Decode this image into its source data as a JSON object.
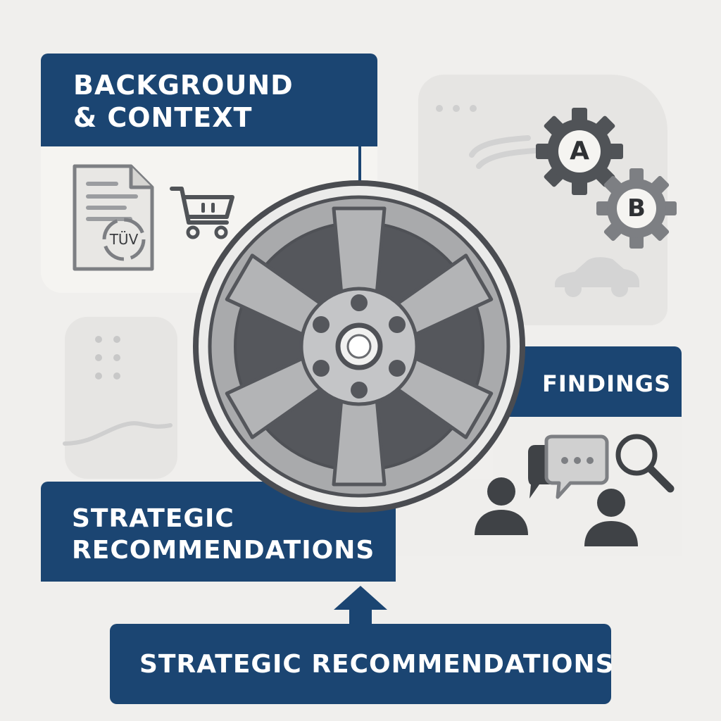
{
  "colors": {
    "navy": "#1b4572",
    "page_background": "#f0efed",
    "panel": "#f5f4f1",
    "icon_dark": "#505357",
    "icon_mid": "#7d7f83",
    "wheel_spoke": "#a6a7a9",
    "wheel_rim_dark": "#4f5156"
  },
  "sections": {
    "background": {
      "title": "BACKGROUND & CONTEXT",
      "icons": [
        "document-icon",
        "cert-seal-icon",
        "shopping-cart-icon"
      ],
      "seal_text": "TÜV"
    },
    "analysis": {
      "icons": [
        "gear-icon",
        "gear-icon",
        "car-icon",
        "chat-bubble-icon"
      ],
      "gear_a_label": "A",
      "gear_b_label": "B"
    },
    "findings": {
      "title": "FINDINGS",
      "icons": [
        "person-icon",
        "person-icon",
        "speech-bubbles-icon",
        "magnifier-icon"
      ]
    },
    "strategy": {
      "title": "STRATEGIC RECOMMENDATIONS"
    },
    "footer": {
      "title": "STRATEGIC RECOMMENDATIONS"
    }
  },
  "center": {
    "icon": "alloy-wheel-icon"
  }
}
